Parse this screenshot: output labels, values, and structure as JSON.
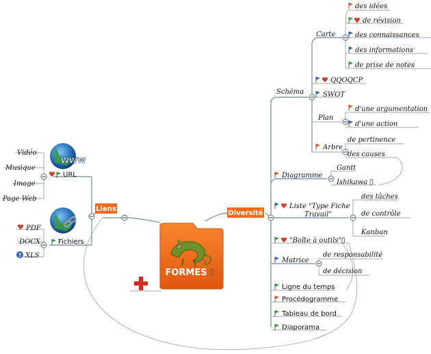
{
  "central": {
    "title": "FORMES"
  },
  "main_branches": {
    "left": "Liens",
    "right": "Diversité"
  },
  "liens": {
    "url": {
      "label": "URL",
      "web_badge": "WWW",
      "children": [
        "Vidéo",
        "Musique",
        "Image",
        "Page Web"
      ]
    },
    "fichiers": {
      "label": "Fichiers",
      "children": [
        "PDF",
        "DOCX",
        "XLS"
      ]
    }
  },
  "diversite": {
    "schema": {
      "label": "Schéma",
      "carte": {
        "label": "Carte",
        "children": [
          "des idées",
          "de révision",
          "des connaissances",
          "des informations",
          "de prise de notes"
        ]
      },
      "qqoqcp": "QQOQCP",
      "swot": "SWOT",
      "plan": {
        "label": "Plan",
        "children": [
          "d'une argumentation",
          "d'une action"
        ]
      },
      "arbre": {
        "label": "Arbre",
        "children": [
          "de pertinence",
          "des causes"
        ]
      }
    },
    "diagramme": {
      "label": "Diagramme",
      "children": [
        "Gantt",
        "Ishikawa"
      ]
    },
    "liste": {
      "label_line1": "Liste \"Type Fiche",
      "label_line2": "Travail\"",
      "children": [
        "des tâches",
        "de contrôle",
        "Kanban"
      ]
    },
    "boite": "\"Boîte à outils\"",
    "matrice": {
      "label": "Matrice",
      "children": [
        "de responsabilité",
        "de décision"
      ]
    },
    "others": [
      "Ligne du temps",
      "Procédogramme",
      "Tableau de bord",
      "Diaporama"
    ]
  },
  "colors": {
    "node_orange": "#f26a1b",
    "flag_red": "#e8501e",
    "flag_green": "#2e9a38",
    "flag_blue": "#2d64b7",
    "heart": "#d23b2b",
    "plus": "#e0271c"
  }
}
